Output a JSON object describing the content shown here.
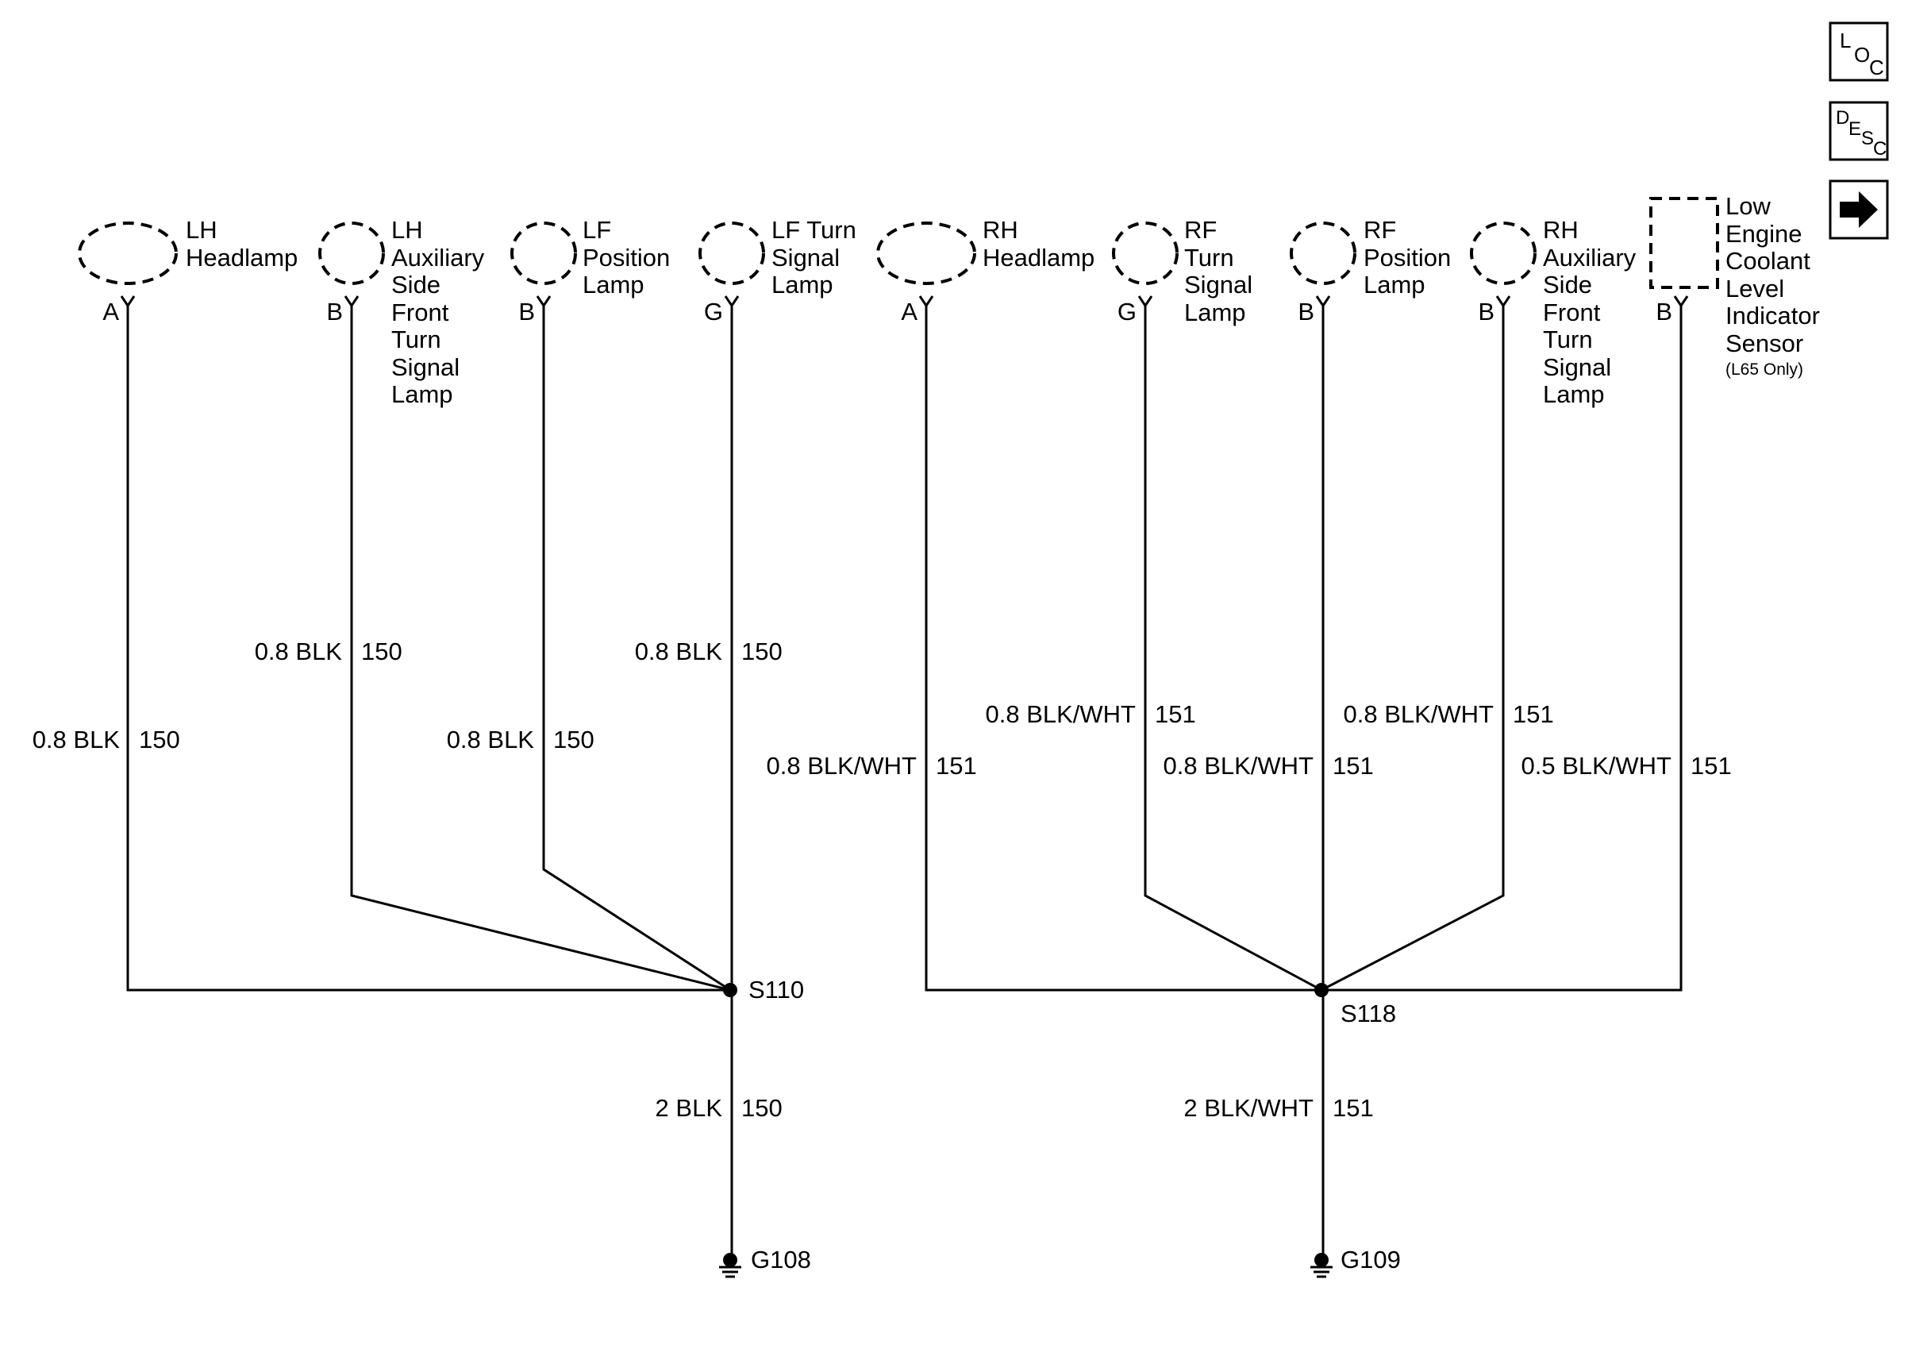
{
  "toolbar": {
    "loc_button": {
      "main": "L",
      "sub1": "O",
      "sub2": "C"
    },
    "desc_button": {
      "main": "D",
      "sub1": "E",
      "sub2": "S",
      "sub3": "C"
    },
    "next_icon": "arrow-right-icon"
  },
  "components": [
    {
      "id": "lh-headlamp",
      "lines": [
        "LH",
        "Headlamp"
      ],
      "pin": "A"
    },
    {
      "id": "lh-aux-side-front-turn-signal-lamp",
      "lines": [
        "LH",
        "Auxiliary",
        "Side",
        "Front",
        "Turn",
        "Signal",
        "Lamp"
      ],
      "pin": "B"
    },
    {
      "id": "lf-position-lamp",
      "lines": [
        "LF",
        "Position",
        "Lamp"
      ],
      "pin": "B"
    },
    {
      "id": "lf-turn-signal-lamp",
      "lines": [
        "LF Turn",
        "Signal",
        "Lamp"
      ],
      "pin": "G"
    },
    {
      "id": "rh-headlamp",
      "lines": [
        "RH",
        "Headlamp"
      ],
      "pin": "A"
    },
    {
      "id": "rf-turn-signal-lamp",
      "lines": [
        "RF",
        "Turn",
        "Signal",
        "Lamp"
      ],
      "pin": "G"
    },
    {
      "id": "rf-position-lamp",
      "lines": [
        "RF",
        "Position",
        "Lamp"
      ],
      "pin": "B"
    },
    {
      "id": "rh-aux-side-front-turn-signal-lamp",
      "lines": [
        "RH",
        "Auxiliary",
        "Side",
        "Front",
        "Turn",
        "Signal",
        "Lamp"
      ],
      "pin": "B"
    },
    {
      "id": "low-engine-coolant-level-indicator-sensor",
      "lines": [
        "Low",
        "Engine",
        "Coolant",
        "Level",
        "Indicator",
        "Sensor"
      ],
      "note": "(L65 Only)",
      "pin": "B"
    }
  ],
  "wires": [
    {
      "wire": "0.8 BLK",
      "circuit": "150"
    },
    {
      "wire": "0.8 BLK",
      "circuit": "150"
    },
    {
      "wire": "0.8 BLK",
      "circuit": "150"
    },
    {
      "wire": "0.8 BLK",
      "circuit": "150"
    },
    {
      "wire": "0.8 BLK/WHT",
      "circuit": "151"
    },
    {
      "wire": "0.8 BLK/WHT",
      "circuit": "151"
    },
    {
      "wire": "0.8 BLK/WHT",
      "circuit": "151"
    },
    {
      "wire": "0.8 BLK/WHT",
      "circuit": "151"
    },
    {
      "wire": "0.5 BLK/WHT",
      "circuit": "151"
    }
  ],
  "splices": [
    {
      "name": "S110"
    },
    {
      "name": "S118"
    }
  ],
  "ground_wires": [
    {
      "wire": "2 BLK",
      "circuit": "150"
    },
    {
      "wire": "2 BLK/WHT",
      "circuit": "151"
    }
  ],
  "grounds": [
    {
      "name": "G108"
    },
    {
      "name": "G109"
    }
  ]
}
